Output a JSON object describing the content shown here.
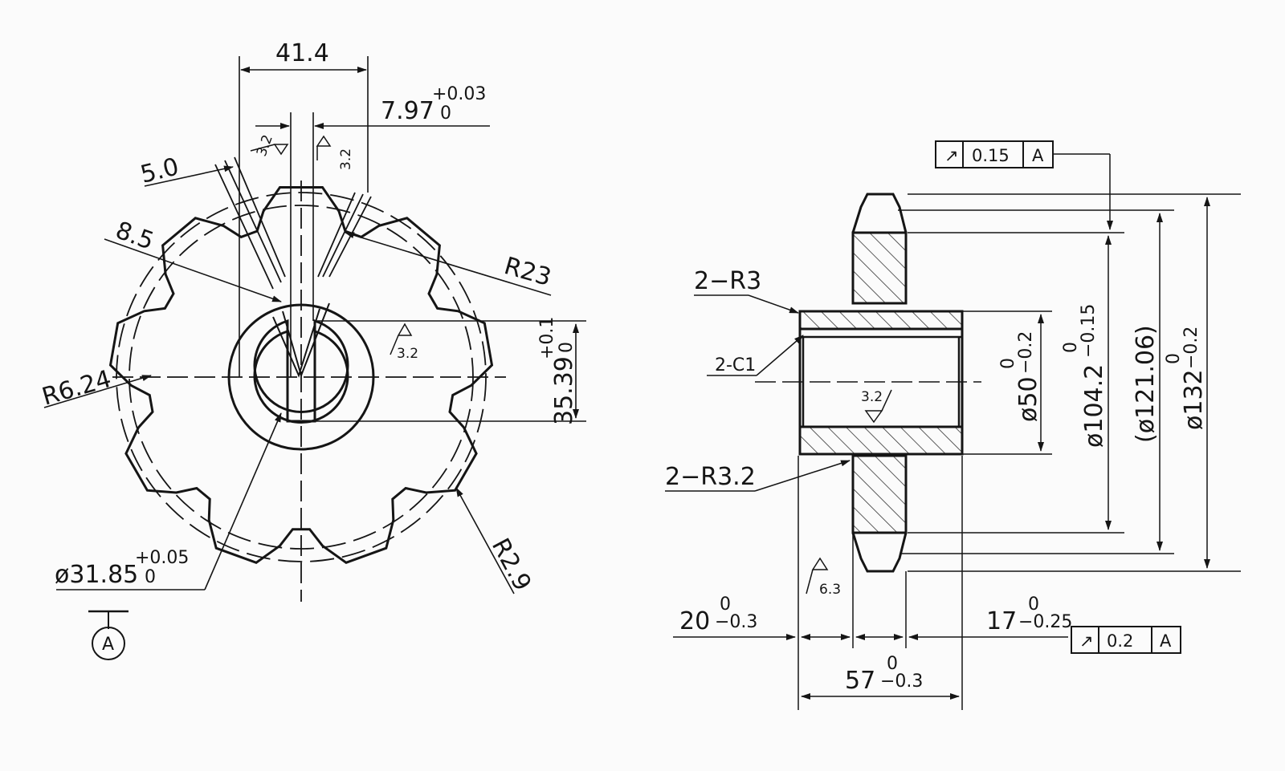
{
  "colors": {
    "ink": "#151515",
    "paper": "#fbfbfb",
    "hatch": "#333333"
  },
  "front_view": {
    "width_41": "41.4",
    "keyway_width": {
      "base": "7.97",
      "upper": "+0.03",
      "lower": "0"
    },
    "dim_5": "5.0",
    "dim_8_5": "8.5",
    "radius_23": "R23",
    "radius_6_24": "R6.24",
    "radius_2_9": "R2.9",
    "bore": {
      "base": "ø31.85",
      "upper": "+0.05",
      "lower": "0"
    },
    "key_depth": {
      "base": "35.39",
      "upper": "+0.1",
      "lower": "0"
    },
    "roughness_keyway_left": "3.2",
    "roughness_keyway_right": "3.2",
    "roughness_bore": "3.2",
    "datum_label": "A"
  },
  "section_view": {
    "fcf_top": {
      "symbol": "↗",
      "value": "0.15",
      "datum": "A"
    },
    "fcf_bottom": {
      "symbol": "↗",
      "value": "0.2",
      "datum": "A"
    },
    "label_r3": "2−R3",
    "label_c1": "2-C1",
    "label_r3_2": "2−R3.2",
    "hub_dia": {
      "base": "ø50",
      "upper": "0",
      "lower": "−0.2"
    },
    "root_dia": {
      "base": "ø104.2",
      "upper": "0",
      "lower": "−0.15"
    },
    "pitch_dia": "(ø121.06)",
    "outer_dia": {
      "base": "ø132",
      "upper": "0",
      "lower": "−0.2"
    },
    "roughness_bore": "3.2",
    "roughness_face": "6.3",
    "len_20": {
      "base": "20",
      "upper": "0",
      "lower": "−0.3"
    },
    "len_17": {
      "base": "17",
      "upper": "0",
      "lower": "−0.25"
    },
    "len_57": {
      "base": "57",
      "upper": "0",
      "lower": "−0.3"
    }
  }
}
